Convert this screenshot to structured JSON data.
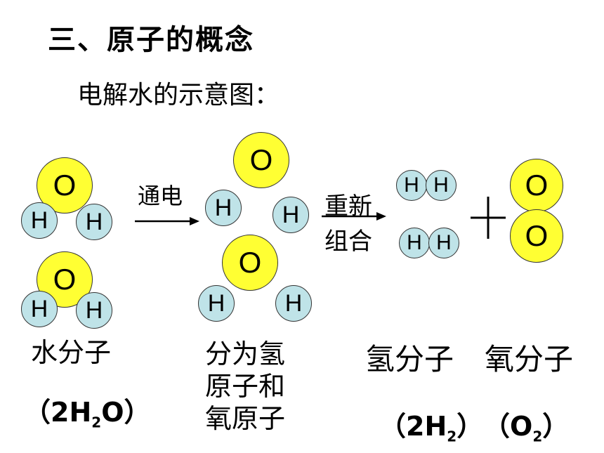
{
  "title": "三、原子的概念",
  "subtitle": "电解水的示意图：",
  "atoms": {
    "oxygen": "O",
    "hydrogen": "H"
  },
  "arrow1": {
    "label": "通电"
  },
  "arrow2": {
    "label_line1": "重新",
    "label_line2": "组合"
  },
  "plus_sign": "+",
  "labels": {
    "water": "水分子",
    "water_formula_open": "（",
    "water_formula_a": "2H",
    "water_formula_sub": "2",
    "water_formula_b": "O",
    "water_formula_close": "）",
    "split_line1": "分为氢",
    "split_line2": "原子和",
    "split_line3": "氧原子",
    "hydrogen_molecule": "氢分子",
    "hydrogen_formula_open": "（",
    "hydrogen_formula_a": "2H",
    "hydrogen_formula_sub": "2",
    "hydrogen_formula_close": "）",
    "oxygen_molecule": "氧分子",
    "oxygen_formula_open": "（",
    "oxygen_formula_a": "O",
    "oxygen_formula_sub": "2",
    "oxygen_formula_close": "）"
  },
  "colors": {
    "oxygen": "#ffff33",
    "hydrogen": "#bfe3e8"
  }
}
